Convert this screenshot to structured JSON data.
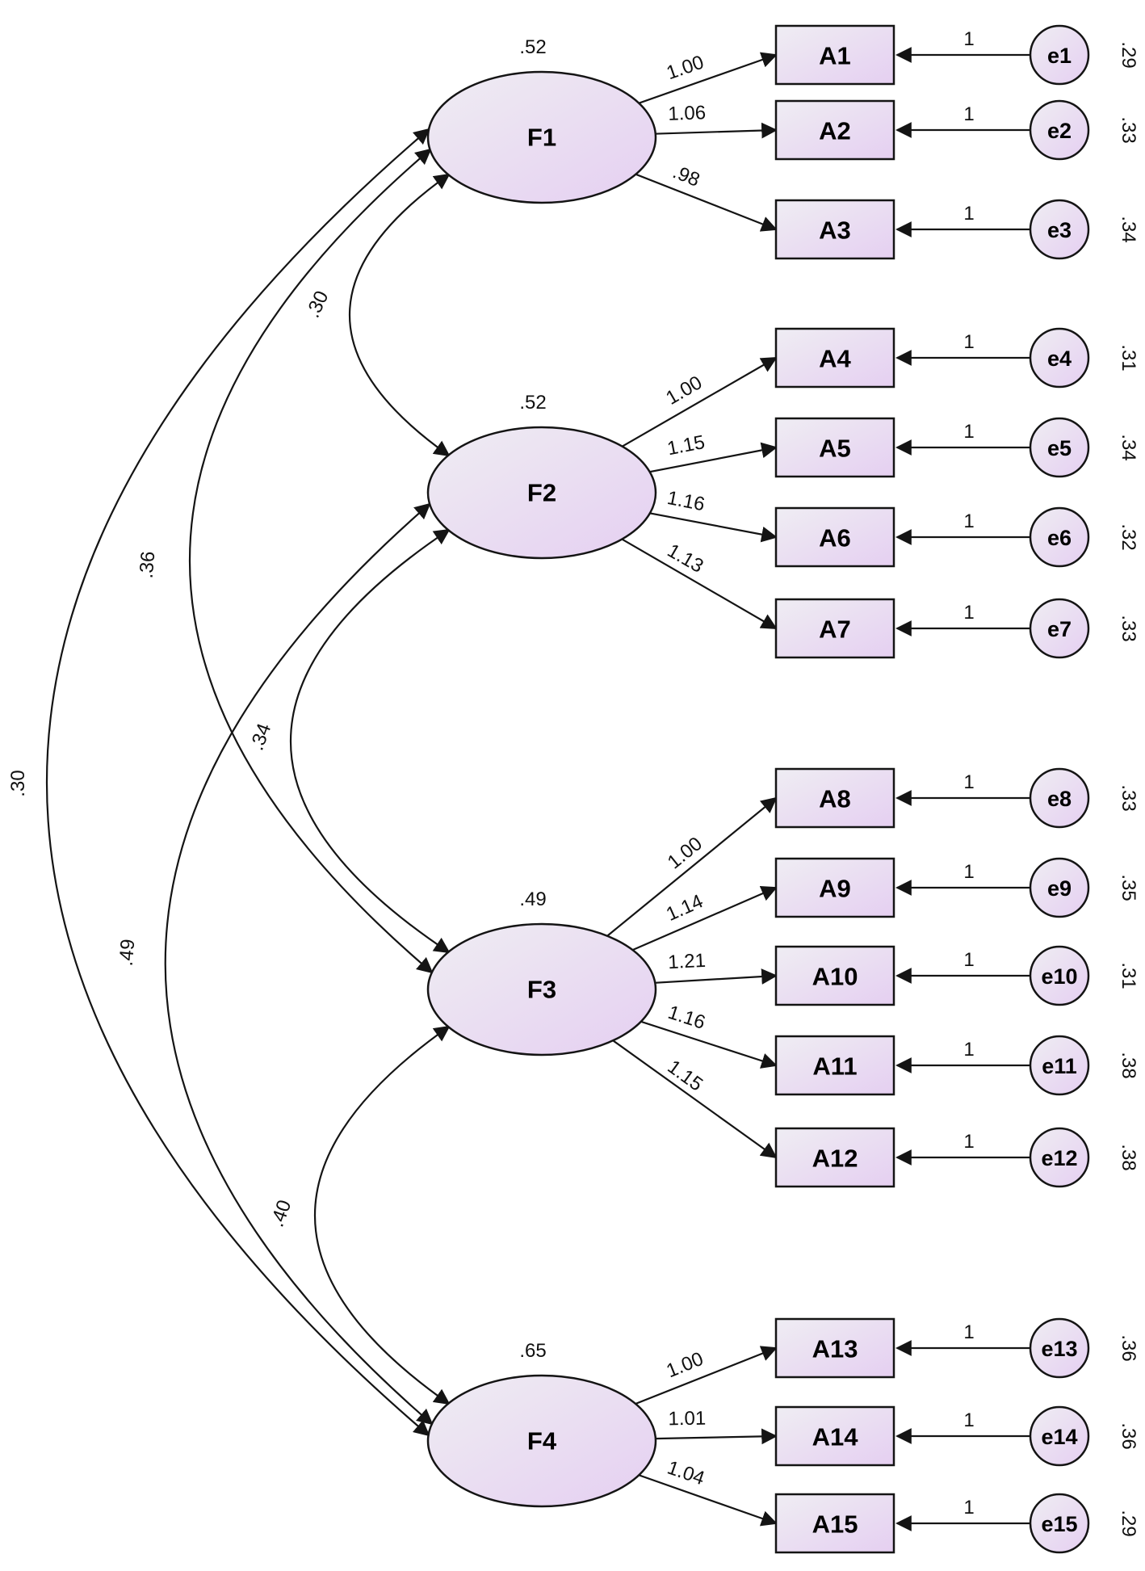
{
  "diagram_type": "confirmatory-factor-analysis-path-diagram",
  "factors": [
    {
      "name": "F1",
      "variance": ".52"
    },
    {
      "name": "F2",
      "variance": ".52"
    },
    {
      "name": "F3",
      "variance": ".49"
    },
    {
      "name": "F4",
      "variance": ".65"
    }
  ],
  "indicators": [
    {
      "name": "A1",
      "factor": "F1",
      "loading": "1.00",
      "error": "e1",
      "error_loading": "1",
      "error_variance": ".29"
    },
    {
      "name": "A2",
      "factor": "F1",
      "loading": "1.06",
      "error": "e2",
      "error_loading": "1",
      "error_variance": ".33"
    },
    {
      "name": "A3",
      "factor": "F1",
      "loading": ".98",
      "error": "e3",
      "error_loading": "1",
      "error_variance": ".34"
    },
    {
      "name": "A4",
      "factor": "F2",
      "loading": "1.00",
      "error": "e4",
      "error_loading": "1",
      "error_variance": ".31"
    },
    {
      "name": "A5",
      "factor": "F2",
      "loading": "1.15",
      "error": "e5",
      "error_loading": "1",
      "error_variance": ".34"
    },
    {
      "name": "A6",
      "factor": "F2",
      "loading": "1.16",
      "error": "e6",
      "error_loading": "1",
      "error_variance": ".32"
    },
    {
      "name": "A7",
      "factor": "F2",
      "loading": "1.13",
      "error": "e7",
      "error_loading": "1",
      "error_variance": ".33"
    },
    {
      "name": "A8",
      "factor": "F3",
      "loading": "1.00",
      "error": "e8",
      "error_loading": "1",
      "error_variance": ".33"
    },
    {
      "name": "A9",
      "factor": "F3",
      "loading": "1.14",
      "error": "e9",
      "error_loading": "1",
      "error_variance": ".35"
    },
    {
      "name": "A10",
      "factor": "F3",
      "loading": "1.21",
      "error": "e10",
      "error_loading": "1",
      "error_variance": ".31"
    },
    {
      "name": "A11",
      "factor": "F3",
      "loading": "1.16",
      "error": "e11",
      "error_loading": "1",
      "error_variance": ".38"
    },
    {
      "name": "A12",
      "factor": "F3",
      "loading": "1.15",
      "error": "e12",
      "error_loading": "1",
      "error_variance": ".38"
    },
    {
      "name": "A13",
      "factor": "F4",
      "loading": "1.00",
      "error": "e13",
      "error_loading": "1",
      "error_variance": ".36"
    },
    {
      "name": "A14",
      "factor": "F4",
      "loading": "1.01",
      "error": "e14",
      "error_loading": "1",
      "error_variance": ".36"
    },
    {
      "name": "A15",
      "factor": "F4",
      "loading": "1.04",
      "error": "e15",
      "error_loading": "1",
      "error_variance": ".29"
    }
  ],
  "covariances": [
    {
      "pair": "F1-F2",
      "value": ".30"
    },
    {
      "pair": "F1-F3",
      "value": ".36"
    },
    {
      "pair": "F1-F4",
      "value": ".30"
    },
    {
      "pair": "F2-F3",
      "value": ".34"
    },
    {
      "pair": "F2-F4",
      "value": ".49"
    },
    {
      "pair": "F3-F4",
      "value": ".40"
    }
  ],
  "colors": {
    "node_fill_start": "#efedf3",
    "node_fill_end": "#e5cff1",
    "stroke": "#141414",
    "background": "#ffffff"
  }
}
